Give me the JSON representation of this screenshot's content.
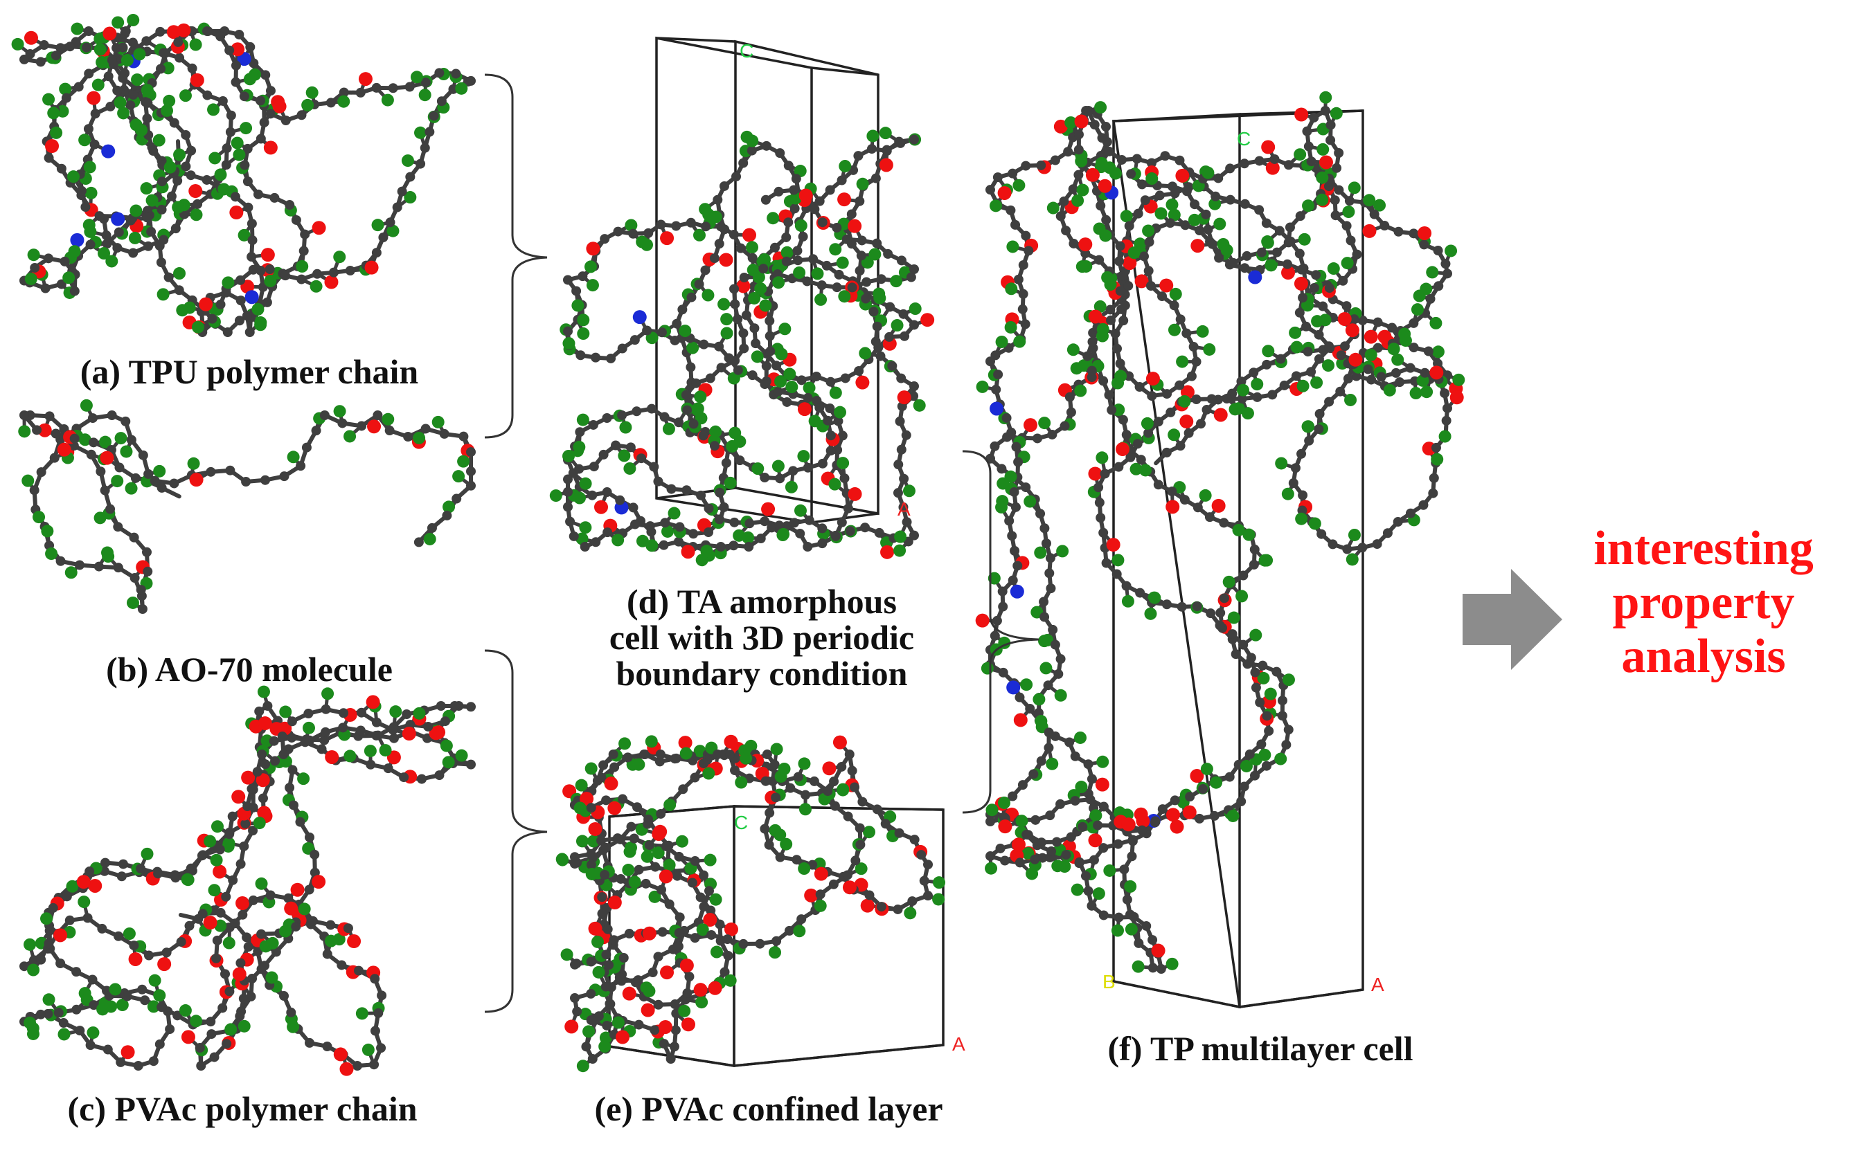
{
  "panels": {
    "a": {
      "caption": "(a) TPU polymer chain"
    },
    "b": {
      "caption": "(b) AO-70 molecule"
    },
    "c": {
      "caption": "(c) PVAc polymer chain"
    },
    "d": {
      "caption_lines": [
        "(d) TA amorphous",
        "cell with 3D periodic",
        "boundary condition"
      ]
    },
    "e": {
      "caption": "(e) PVAc confined layer"
    },
    "f": {
      "caption": "(f) TP multilayer cell"
    }
  },
  "result": {
    "lines": [
      "interesting",
      "property",
      "analysis"
    ]
  },
  "cell_axis_labels": {
    "c": "C",
    "a": "A",
    "b": "B"
  },
  "colors": {
    "carbon": "#3f3f3f",
    "hydrogen": "#1c8a1c",
    "oxygen": "#ee1111",
    "nitrogen": "#1a2bd6",
    "cell_box": "#222222",
    "bracket": "#333333",
    "arrow": "#8c8c8c",
    "result_text": "#ff1414",
    "axis_c": "#22cc44",
    "axis_a": "#ee2222",
    "axis_b": "#dddd00"
  }
}
